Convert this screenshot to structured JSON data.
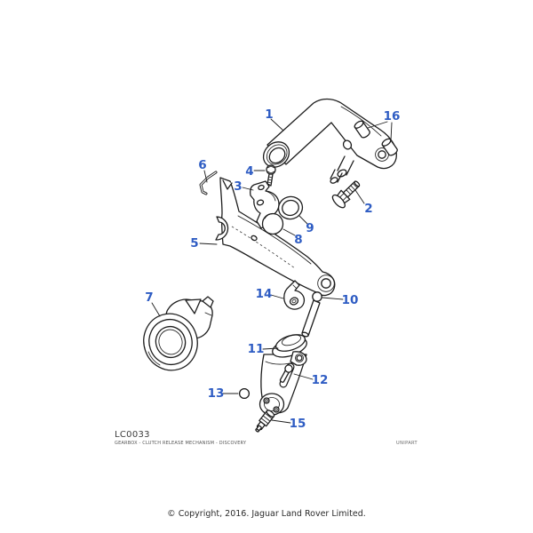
{
  "diagram": {
    "code": "LC0033",
    "subtitle": "GEARBOX - CLUTCH RELEASE MECHANISM - DISCOVERY",
    "brand": "UNIPART",
    "copyright": "© Copyright, 2016. Jaguar Land Rover Limited.",
    "colors": {
      "background": "#ffffff",
      "line_art": "#1d1d1d",
      "callout_number": "#2e5cc3"
    },
    "callouts": [
      {
        "num": "1"
      },
      {
        "num": "2"
      },
      {
        "num": "3"
      },
      {
        "num": "4"
      },
      {
        "num": "5"
      },
      {
        "num": "6"
      },
      {
        "num": "7"
      },
      {
        "num": "8"
      },
      {
        "num": "9"
      },
      {
        "num": "10"
      },
      {
        "num": "11"
      },
      {
        "num": "12"
      },
      {
        "num": "13"
      },
      {
        "num": "14"
      },
      {
        "num": "15"
      },
      {
        "num": "16"
      }
    ]
  }
}
